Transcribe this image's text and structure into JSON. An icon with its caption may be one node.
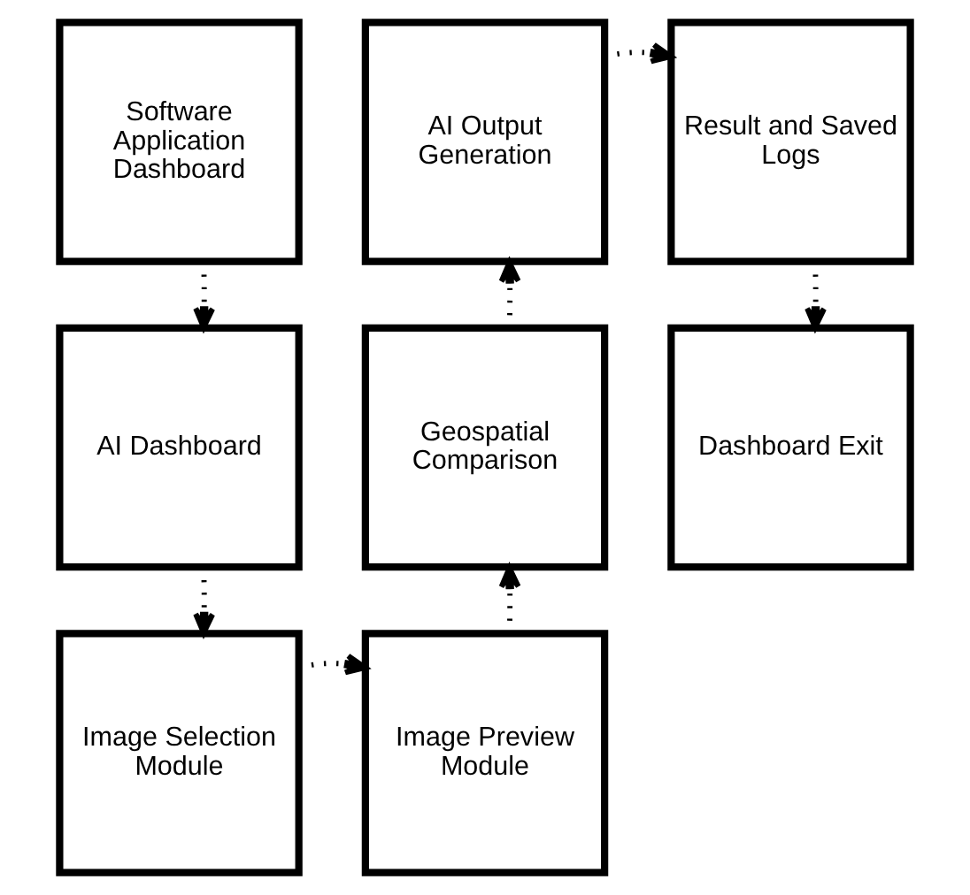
{
  "diagram": {
    "nodes": [
      {
        "text": [
          "Software Application Dashboard"
        ]
      },
      {
        "text": [
          "AI Dashboard"
        ]
      },
      {
        "text": [
          "Image Selection Module"
        ]
      },
      {
        "text": [
          "Image Preview Module"
        ]
      },
      {
        "text": [
          "Geospatial Comparison"
        ]
      },
      {
        "text": [
          "AI Output Generation"
        ]
      },
      {
        "text": [
          "Result and Saved Logs"
        ]
      },
      {
        "text": [
          "Dashboard Exit"
        ]
      }
    ],
    "edges": [
      {
        "from": 0,
        "to": 1,
        "arrow": "to",
        "style": "dashed"
      },
      {
        "from": 1,
        "to": 2,
        "arrow": "to",
        "style": "dashed"
      },
      {
        "from": 2,
        "to": 3,
        "arrow": "to",
        "style": "dashed"
      },
      {
        "from": 3,
        "to": 4,
        "arrow": "to",
        "style": "dashed"
      },
      {
        "from": 4,
        "to": 5,
        "arrow": "to",
        "style": "dashed"
      },
      {
        "from": 5,
        "to": 6,
        "arrow": "to",
        "style": "dashed"
      },
      {
        "from": 6,
        "to": 7,
        "arrow": "to",
        "style": "dashed"
      }
    ]
  }
}
